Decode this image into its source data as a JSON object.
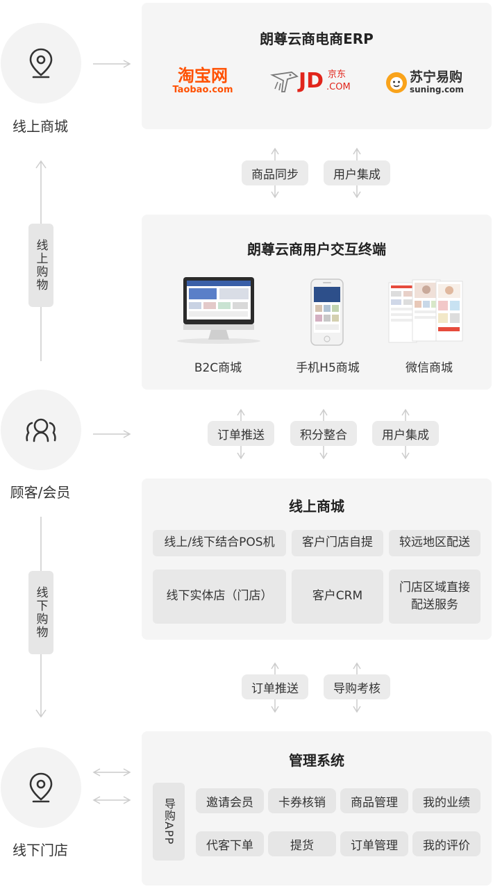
{
  "nodes": {
    "online_mall": "线上商城",
    "customer": "顾客/会员",
    "offline_store": "线下门店"
  },
  "vertical_labels": {
    "online_shopping": "线上购物",
    "offline_shopping": "线下购物"
  },
  "erp": {
    "title": "朗尊云商电商ERP",
    "logos": {
      "taobao_cn": "淘宝网",
      "taobao_en": "Taobao.com",
      "jd_main": "JD",
      "jd_cn": "京东",
      "jd_en": ".COM",
      "suning_cn": "苏宁易购",
      "suning_en": "suning.com"
    }
  },
  "sync_row_1": [
    "商品同步",
    "用户集成"
  ],
  "interaction": {
    "title": "朗尊云商用户交互终端",
    "terminals": [
      "B2C商城",
      "手机H5商城",
      "微信商城"
    ]
  },
  "sync_row_2": [
    "订单推送",
    "积分整合",
    "用户集成"
  ],
  "mall": {
    "title": "线上商城",
    "row1": [
      "线上/线下结合POS机",
      "客户门店自提",
      "较远地区配送"
    ],
    "row2": [
      "线下实体店（门店）",
      "客户CRM",
      "门店区域直接",
      "配送服务"
    ]
  },
  "sync_row_3": [
    "订单推送",
    "导购考核"
  ],
  "management": {
    "title": "管理系统",
    "app_label": "导购APP",
    "row1": [
      "邀请会员",
      "卡券核销",
      "商品管理",
      "我的业绩"
    ],
    "row2": [
      "代客下单",
      "提货",
      "订单管理",
      "我的评价"
    ]
  },
  "colors": {
    "taobao": "#ff5000",
    "jd": "#e1251b",
    "suning": "#f9a31b",
    "suning_text": "#333333",
    "panel": "#f5f5f5",
    "pill": "#ebebeb",
    "arrow": "#cccccc"
  }
}
